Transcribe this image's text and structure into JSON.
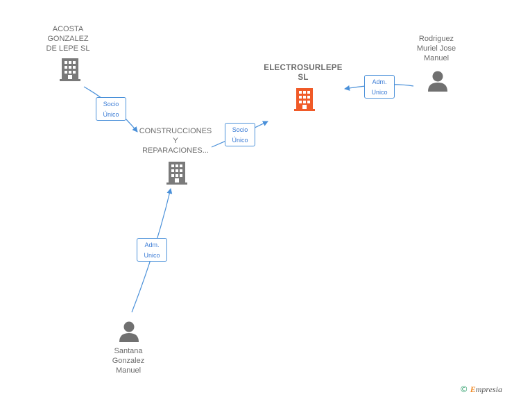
{
  "nodes": {
    "acosta": {
      "lines": [
        "ACOSTA",
        "GONZALEZ",
        "DE LEPE SL"
      ]
    },
    "construcciones": {
      "lines": [
        "CONSTRUCCIONES",
        "Y",
        "REPARACIONES..."
      ]
    },
    "electrosurlepe": {
      "lines": [
        "ELECTROSURLEPE",
        "SL"
      ]
    },
    "rodriguez": {
      "lines": [
        "Rodriguez",
        "Muriel Jose",
        "Manuel"
      ]
    },
    "santana": {
      "lines": [
        "Santana",
        "Gonzalez",
        "Manuel"
      ]
    }
  },
  "edges": {
    "acosta_to_construcciones": {
      "lines": [
        "Socio",
        "Único"
      ]
    },
    "construcciones_to_electro": {
      "lines": [
        "Socio",
        "Único"
      ]
    },
    "rodriguez_to_electro": {
      "lines": [
        "Adm.",
        "Unico"
      ]
    },
    "santana_to_construcciones": {
      "lines": [
        "Adm.",
        "Unico"
      ]
    }
  },
  "colors": {
    "company": "#7a7a7a",
    "main_company": "#f05a28",
    "person": "#707070",
    "edge": "#4a90d9"
  },
  "brand": {
    "copyright": "©",
    "initial": "E",
    "rest": "mpresia"
  }
}
